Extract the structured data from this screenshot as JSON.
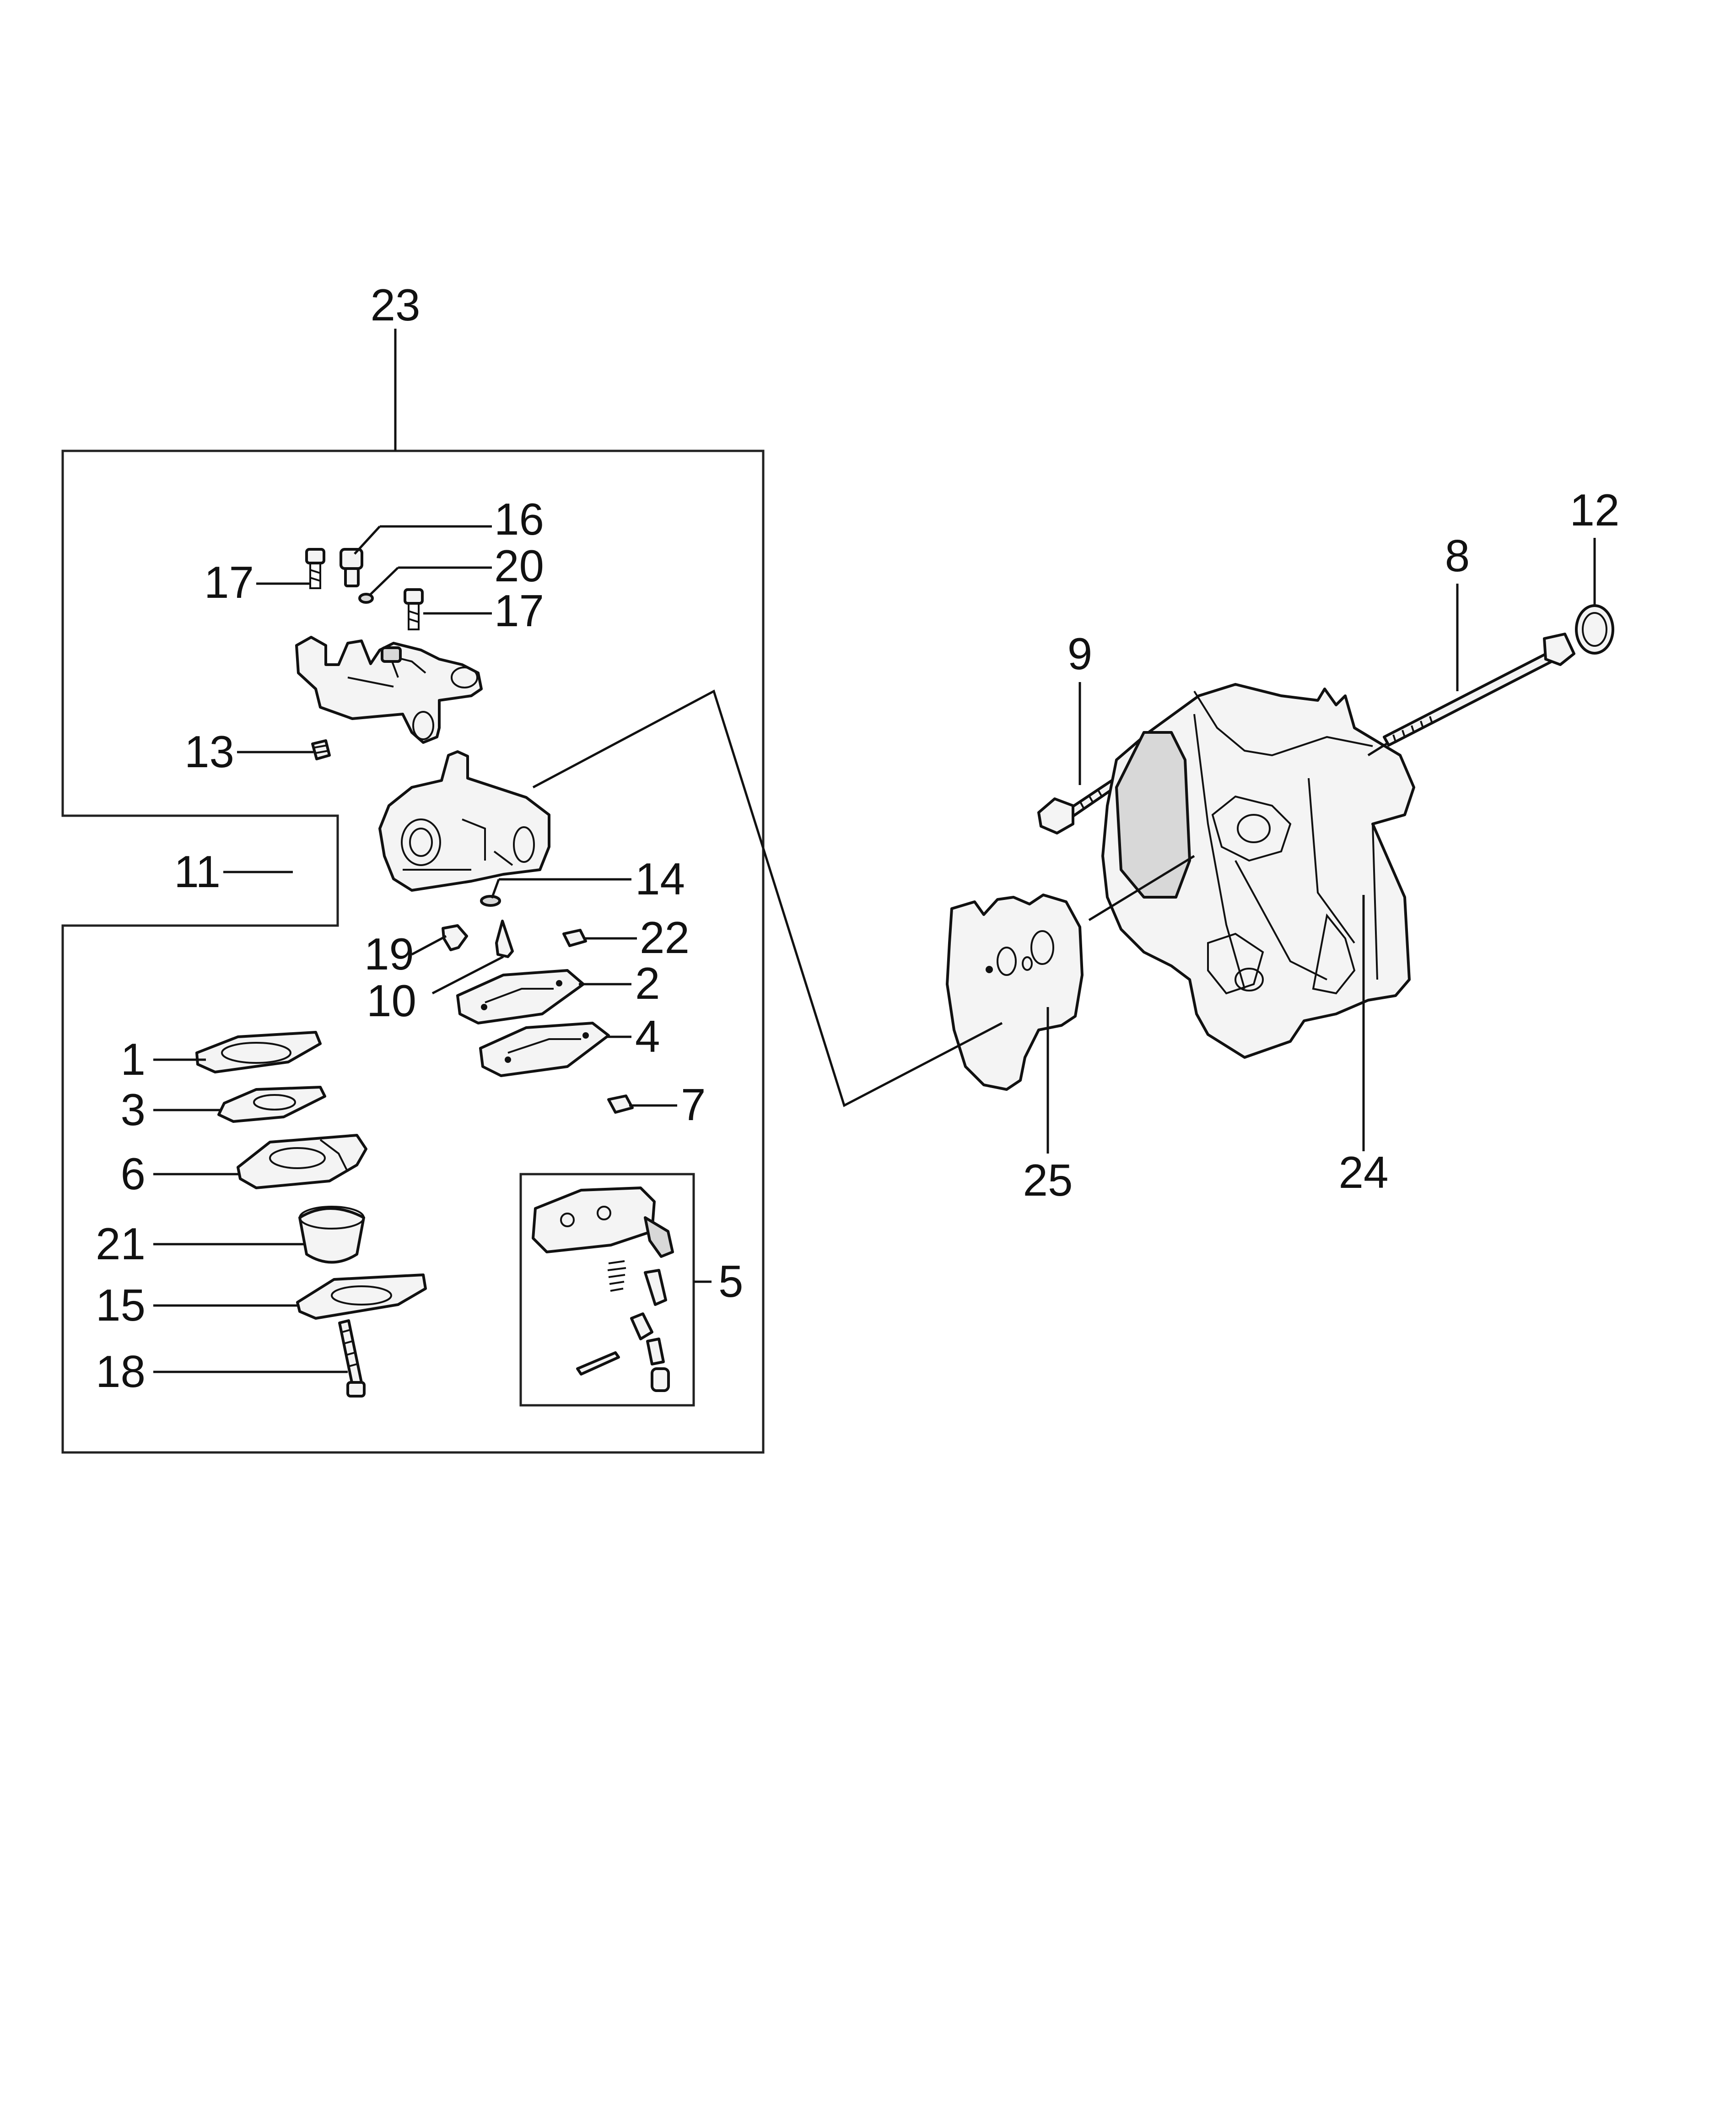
{
  "callouts": {
    "c1": "1",
    "c2": "2",
    "c3": "3",
    "c4": "4",
    "c5": "5",
    "c6": "6",
    "c7": "7",
    "c8": "8",
    "c9": "9",
    "c10": "10",
    "c11": "11",
    "c12": "12",
    "c13": "13",
    "c14": "14",
    "c15": "15",
    "c16": "16",
    "c17a": "17",
    "c17b": "17",
    "c18": "18",
    "c19": "19",
    "c20": "20",
    "c21": "21",
    "c22": "22",
    "c23": "23",
    "c24": "24",
    "c25": "25"
  }
}
